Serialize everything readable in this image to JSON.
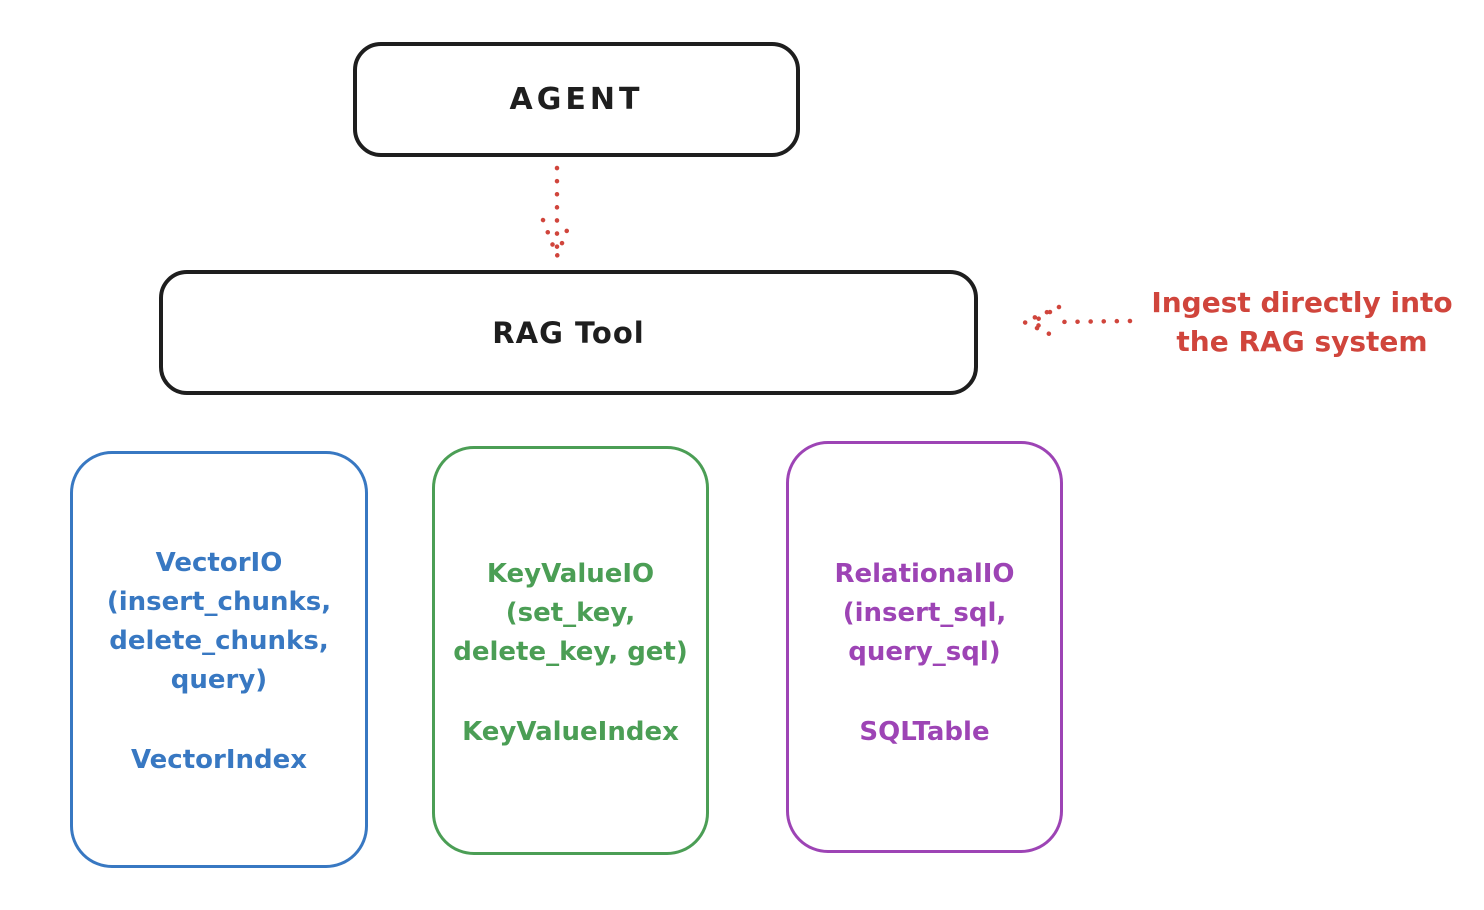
{
  "title": "Agent RAG Tool architecture diagram",
  "colors": {
    "background": "#ffffff",
    "ink": "#1e1e1e",
    "red": "#d0453c",
    "blue": "#3878c2",
    "green": "#4b9e55",
    "purple": "#9d44b5"
  },
  "nodes": {
    "agent": {
      "label": "AGENT"
    },
    "rag_tool": {
      "label": "RAG Tool"
    },
    "vector_io": {
      "color": "#3878c2",
      "lines": [
        "VectorIO",
        "(insert_chunks,",
        "delete_chunks,",
        "query)"
      ],
      "index_label": "VectorIndex"
    },
    "key_value_io": {
      "color": "#4b9e55",
      "lines": [
        "KeyValueIO",
        "(set_key,",
        "delete_key, get)"
      ],
      "index_label": "KeyValueIndex"
    },
    "relational_io": {
      "color": "#9d44b5",
      "lines": [
        "RelationalIO",
        "(insert_sql,",
        "query_sql)"
      ],
      "index_label": "SQLTable"
    }
  },
  "annotation": {
    "lines": [
      "Ingest directly into",
      "the RAG system"
    ]
  },
  "arrows": [
    {
      "name": "agent-to-rag",
      "from": "AGENT",
      "to": "RAG Tool",
      "style": "dotted",
      "color": "#d0453c",
      "direction": "down"
    },
    {
      "name": "ingest-into-rag",
      "from": "annotation",
      "to": "RAG Tool",
      "style": "dotted",
      "color": "#d0453c",
      "direction": "left"
    }
  ]
}
